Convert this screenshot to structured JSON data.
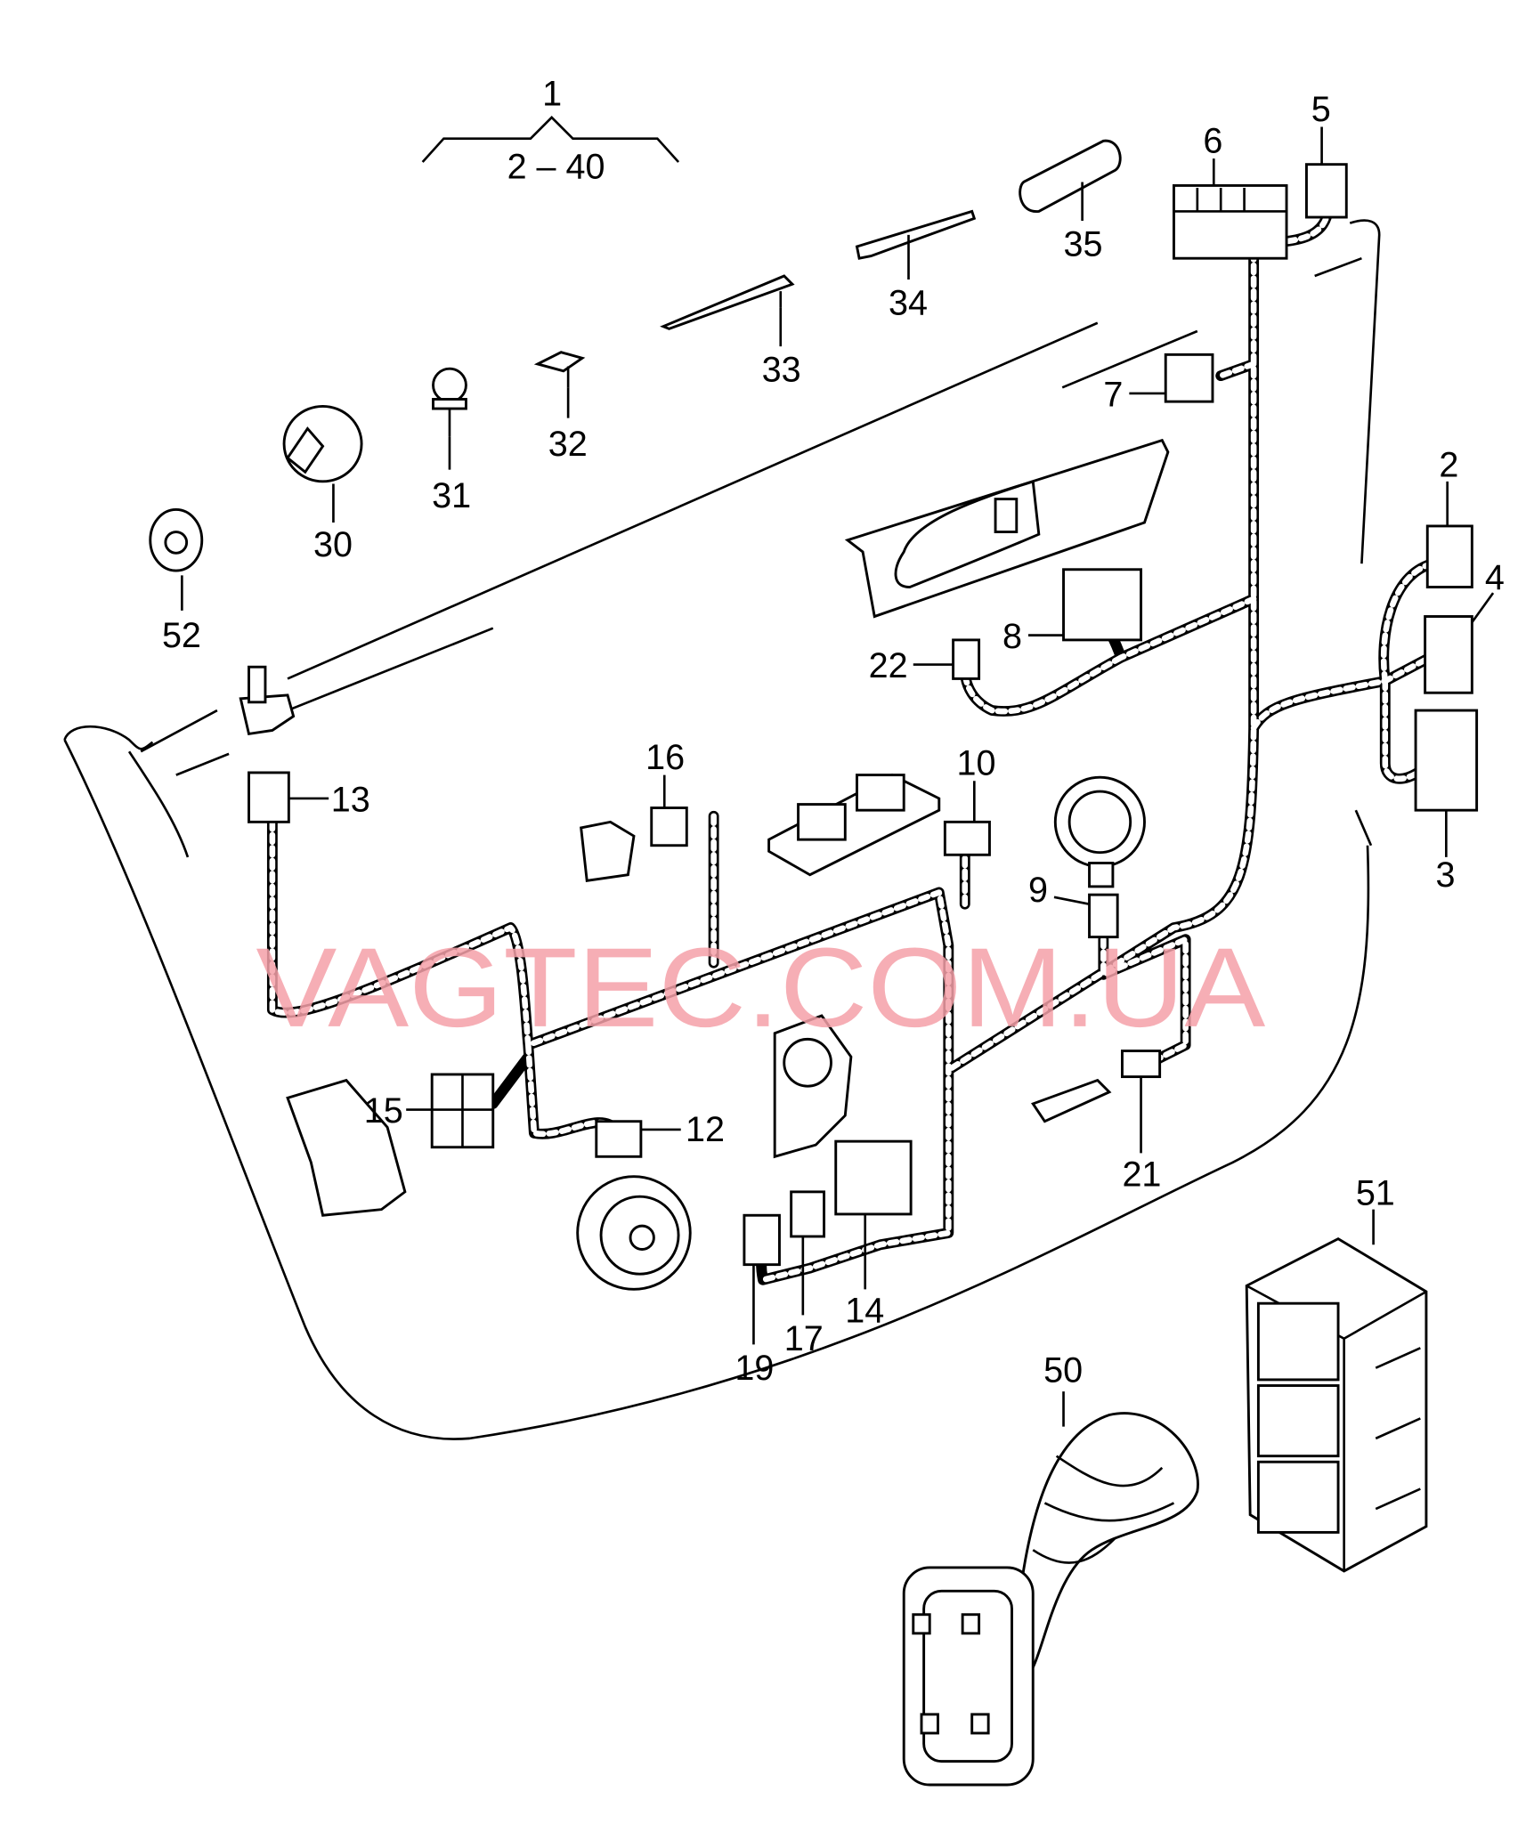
{
  "diagram": {
    "group_label": "1",
    "group_range": "2 – 40",
    "watermark": "VAGTEC.COM.UA",
    "callouts": [
      "2",
      "3",
      "4",
      "5",
      "6",
      "7",
      "8",
      "9",
      "10",
      "12",
      "13",
      "14",
      "15",
      "16",
      "17",
      "19",
      "21",
      "22",
      "30",
      "31",
      "32",
      "33",
      "34",
      "35",
      "50",
      "51",
      "52"
    ]
  }
}
